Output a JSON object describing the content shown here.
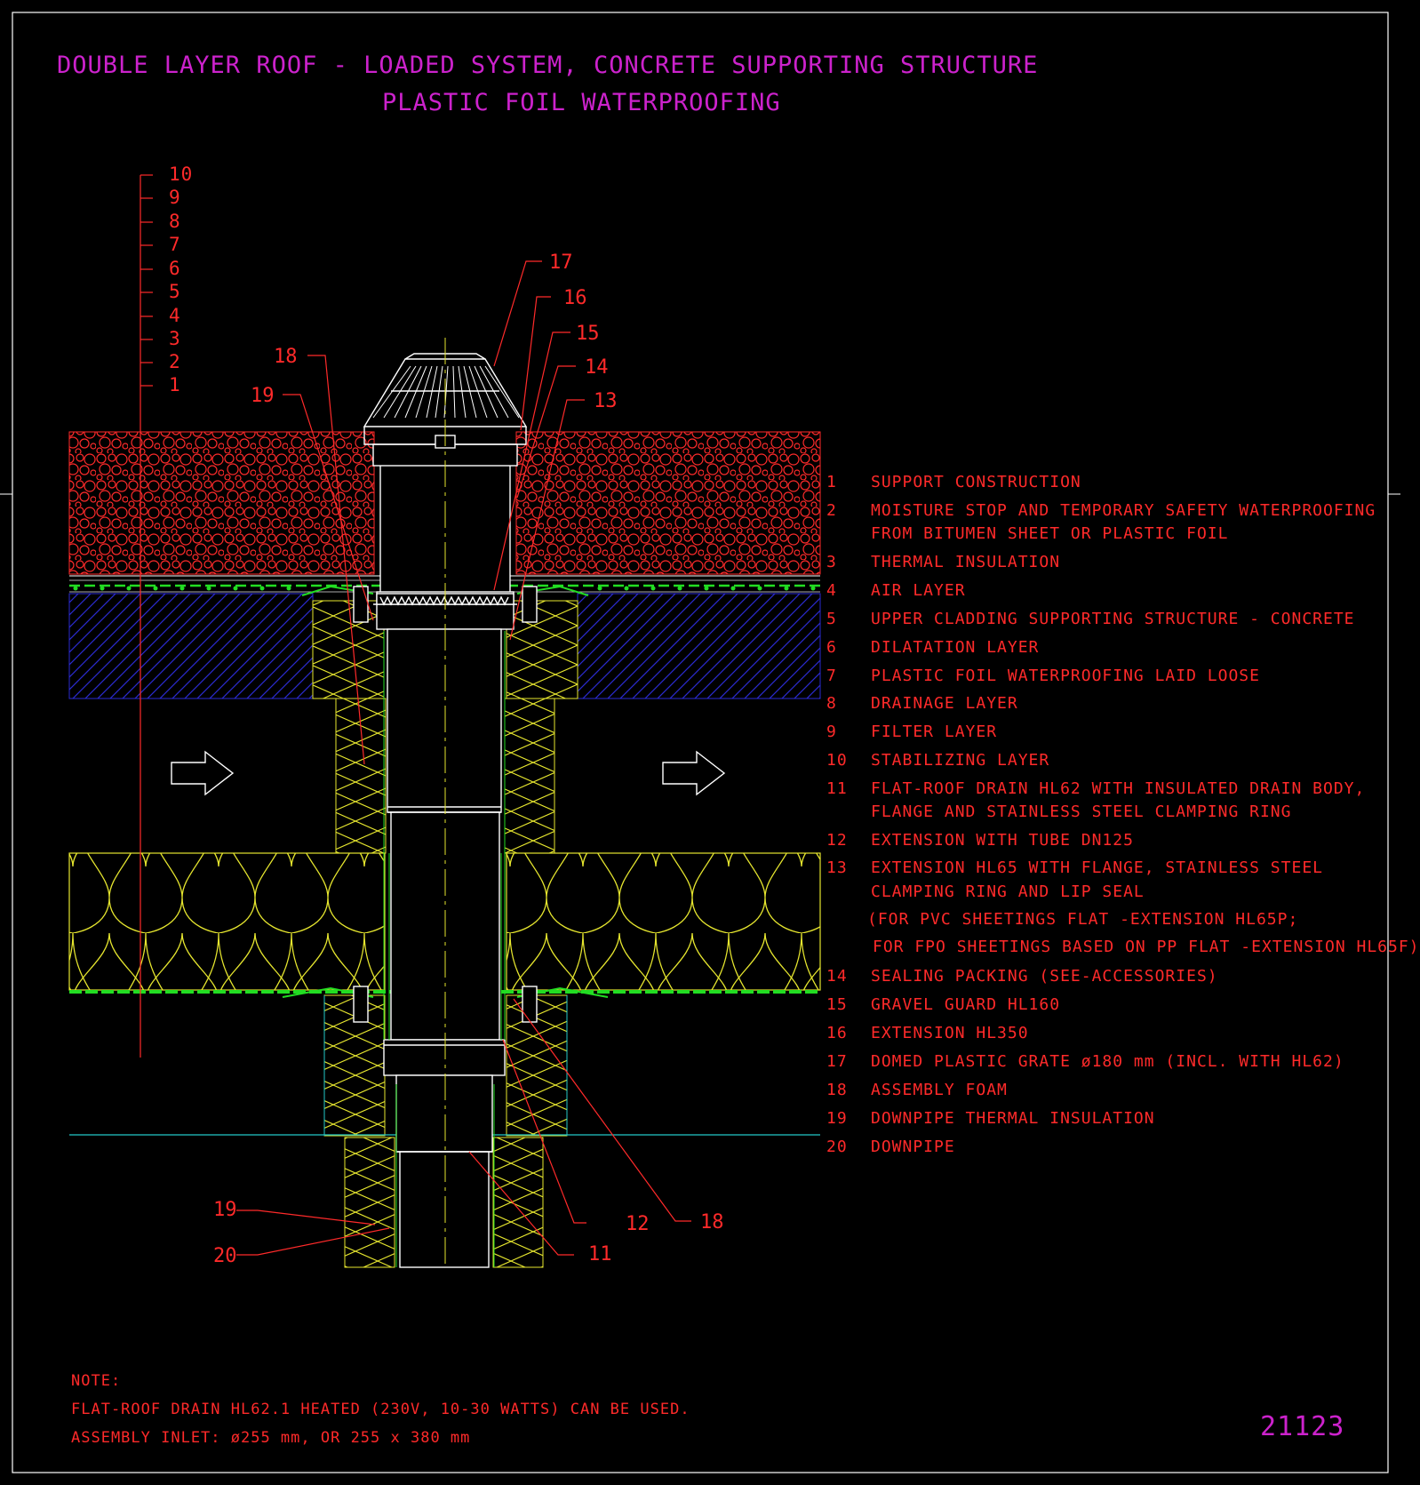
{
  "title": {
    "line1": "DOUBLE LAYER ROOF - LOADED SYSTEM, CONCRETE SUPPORTING STRUCTURE",
    "line2": "PLASTIC FOIL WATERPROOFING"
  },
  "layer_scale": [
    "10",
    "9",
    "8",
    "7",
    "6",
    "5",
    "4",
    "3",
    "2",
    "1"
  ],
  "callouts": [
    "17",
    "16",
    "15",
    "14",
    "13",
    "18",
    "19",
    "12",
    "18",
    "19",
    "20",
    "11"
  ],
  "legend": [
    {
      "n": "1",
      "text": "SUPPORT CONSTRUCTION"
    },
    {
      "n": "2",
      "text": "MOISTURE STOP AND TEMPORARY SAFETY WATERPROOFING"
    },
    {
      "n": "",
      "text": "FROM BITUMEN SHEET OR PLASTIC FOIL"
    },
    {
      "n": "3",
      "text": "THERMAL INSULATION"
    },
    {
      "n": "4",
      "text": "AIR LAYER"
    },
    {
      "n": "5",
      "text": "UPPER CLADDING SUPPORTING STRUCTURE - CONCRETE"
    },
    {
      "n": "6",
      "text": "DILATATION LAYER"
    },
    {
      "n": "7",
      "text": "PLASTIC FOIL WATERPROOFING LAID LOOSE"
    },
    {
      "n": "8",
      "text": "DRAINAGE LAYER"
    },
    {
      "n": "9",
      "text": "FILTER LAYER"
    },
    {
      "n": "10",
      "text": "STABILIZING LAYER"
    },
    {
      "n": "11",
      "text": "FLAT-ROOF DRAIN HL62 WITH INSULATED DRAIN BODY,"
    },
    {
      "n": "",
      "text": "FLANGE AND STAINLESS STEEL CLAMPING RING"
    },
    {
      "n": "12",
      "text": "EXTENSION WITH TUBE DN125"
    },
    {
      "n": "13",
      "text": "EXTENSION HL65 WITH FLANGE, STAINLESS STEEL"
    },
    {
      "n": "",
      "text": "CLAMPING RING AND LIP SEAL"
    },
    {
      "n": "",
      "text": "(FOR PVC SHEETINGS FLAT -EXTENSION HL65P;"
    },
    {
      "n": "",
      "text": "FOR FPO SHEETINGS BASED ON PP FLAT -EXTENSION HL65F)"
    },
    {
      "n": "14",
      "text": "SEALING PACKING (SEE-ACCESSORIES)"
    },
    {
      "n": "15",
      "text": "GRAVEL GUARD HL160"
    },
    {
      "n": "16",
      "text": "EXTENSION HL350"
    },
    {
      "n": "17",
      "text": "DOMED PLASTIC GRATE ø180 mm (INCL. WITH HL62)"
    },
    {
      "n": "18",
      "text": "ASSEMBLY FOAM"
    },
    {
      "n": "19",
      "text": "DOWNPIPE THERMAL INSULATION"
    },
    {
      "n": "20",
      "text": "DOWNPIPE"
    }
  ],
  "note": {
    "heading": "NOTE:",
    "line1": "FLAT-ROOF DRAIN HL62.1 HEATED (230V, 10-30 WATTS) CAN BE USED.",
    "line2": "ASSEMBLY INLET: ø255 mm, OR 255 x 380 mm"
  },
  "drawing_number": "21123",
  "colors": {
    "background": "#000000",
    "title": "#cc22cc",
    "annotation": "#ff2a2a",
    "insulation": "#e6e62e",
    "concrete_hatch": "#2a2ad0",
    "membrane": "#22dd22",
    "gravel": "#ff2a2a",
    "frame": "#ffffff",
    "level_line": "#22c8c8"
  }
}
